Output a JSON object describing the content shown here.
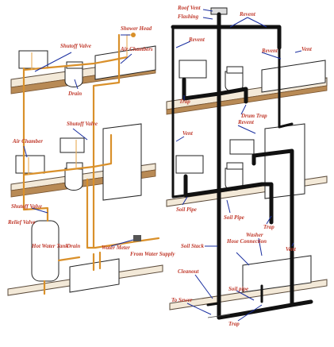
{
  "labels": {
    "shower_head": "Shower Head",
    "shutoff_valve_top": "Shutoff Valve",
    "air_chambers_top": "Air Chambers",
    "drain_top": "Drain",
    "shutoff_valve_mid": "Shutoff Valve",
    "air_chamber_mid": "Air Chamber",
    "shutoff_valve_low": "Shutoff Valve",
    "relief_valve": "Relief Valve",
    "hot_water_tank": "Hot Water Tank",
    "drain_low": "Drain",
    "water_meter": "Water Meter",
    "from_water_supply": "From Water Supply",
    "roof_vent": "Roof Vent",
    "flashing": "Flashing",
    "revent_top": "Revent",
    "revent_left": "Revent",
    "revent_right": "Revent",
    "vent_right": "Vent",
    "trap_top": "Trap",
    "drum_trap": "Drum Trap",
    "revent_mid": "Revent",
    "vent_left": "Vent",
    "soil_pipe_left": "Soil Pipe",
    "soil_pipe_mid": "Soil Pipe",
    "trap_mid": "Trap",
    "soil_stack": "Soil Stack",
    "hose_connection": "Hose Connection",
    "washer": "Washer",
    "vent_low": "Vent",
    "cleanout": "Cleanout",
    "soil_pipe_low": "Soil pipe",
    "to_sewer": "To Sewer",
    "trap_low": "Trap"
  },
  "colors": {
    "supply_pipe": "#d9902a",
    "drain_pipe": "#111111",
    "label_text": "#c0392b",
    "pointer": "#1a2fa0",
    "floor_beam": "#b88a55"
  }
}
